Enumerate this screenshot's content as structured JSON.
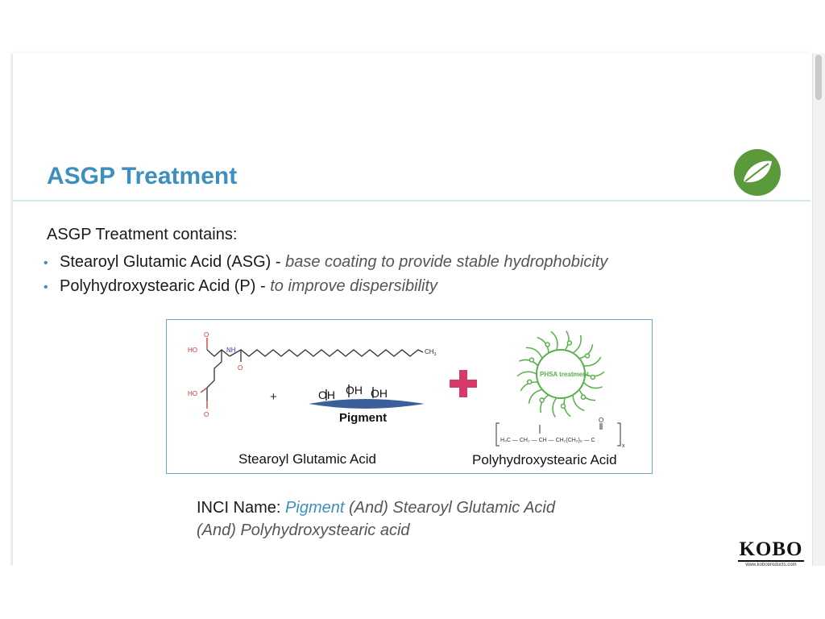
{
  "slide": {
    "title": "ASGP Treatment",
    "intro": "ASGP Treatment contains:",
    "bullets": [
      {
        "name": "Stearoyl Glutamic Acid (ASG)",
        "sep": " - ",
        "desc": "base coating to provide stable hydrophobicity"
      },
      {
        "name": "Polyhydroxystearic Acid (P)",
        "sep": " - ",
        "desc": "to improve dispersibility"
      }
    ],
    "figure": {
      "asg_caption": "Stearoyl Glutamic Acid",
      "phsa_caption": "Polyhydroxystearic Acid",
      "phsa_label": "PHSA treatment",
      "pigment_label": "Pigment",
      "oh_label": "OH",
      "nh_label": "NH",
      "ho_label": "HO",
      "ch3_label": "CH",
      "ch3_sub": "3",
      "o_label": "O",
      "plus_small": "+",
      "polymer_formula": "H₃C — CH₂ — CH — CH₂(CH₂)₈ — C",
      "polymer_x": "x"
    },
    "inci": {
      "prefix": "INCI Name: ",
      "pigment": "Pigment",
      "line1_rest": " (And) Stearoyl Glutamic Acid",
      "line2": "(And) Polyhydroxystearic acid"
    },
    "logo": {
      "word": "KOBO",
      "url": "www.koboproducts.com"
    }
  },
  "colors": {
    "title": "#3d8fbf",
    "accent_blue": "#3d8fbf",
    "leaf_green": "#5a9a3a",
    "plus_pink": "#d63a6a",
    "phsa_green": "#58b04a",
    "oxygen_red": "#cc3333",
    "nitrogen_blue": "#2a3fbf",
    "pigment_bar": "#3b5f9a"
  }
}
